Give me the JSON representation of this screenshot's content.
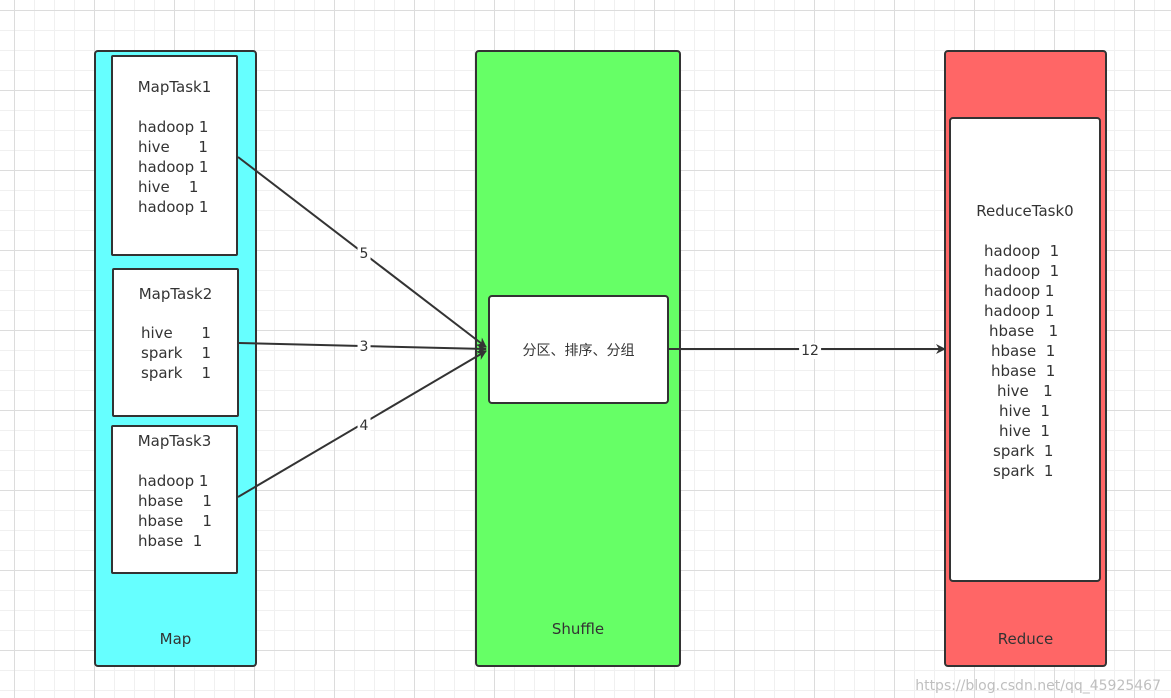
{
  "colors": {
    "map": "#66ffff",
    "shuffle": "#66ff66",
    "reduce": "#ff6666",
    "stroke": "#333333"
  },
  "map": {
    "label": "Map",
    "tasks": [
      {
        "title": "MapTask1",
        "lines": [
          "hadoop 1",
          "hive      1",
          "hadoop 1",
          "hive    1",
          "hadoop 1"
        ]
      },
      {
        "title": "MapTask2",
        "lines": [
          "hive      1",
          "spark    1",
          "spark    1"
        ]
      },
      {
        "title": "MapTask3",
        "lines": [
          "hadoop 1",
          "hbase    1",
          "hbase    1",
          "hbase  1"
        ]
      }
    ]
  },
  "shuffle": {
    "label": "Shuffle",
    "process_label": "分区、排序、分组"
  },
  "reduce": {
    "label": "Reduce",
    "task": {
      "title": "ReduceTask0",
      "lines": [
        "hadoop  1",
        "hadoop  1",
        "hadoop 1",
        "hadoop 1",
        "hbase   1",
        "hbase  1",
        "hbase  1",
        "hive   1",
        "hive  1",
        "hive  1",
        "spark  1",
        "spark  1"
      ]
    }
  },
  "edges": [
    "5",
    "3",
    "4",
    "12"
  ],
  "watermark": "https://blog.csdn.net/qq_45925467"
}
